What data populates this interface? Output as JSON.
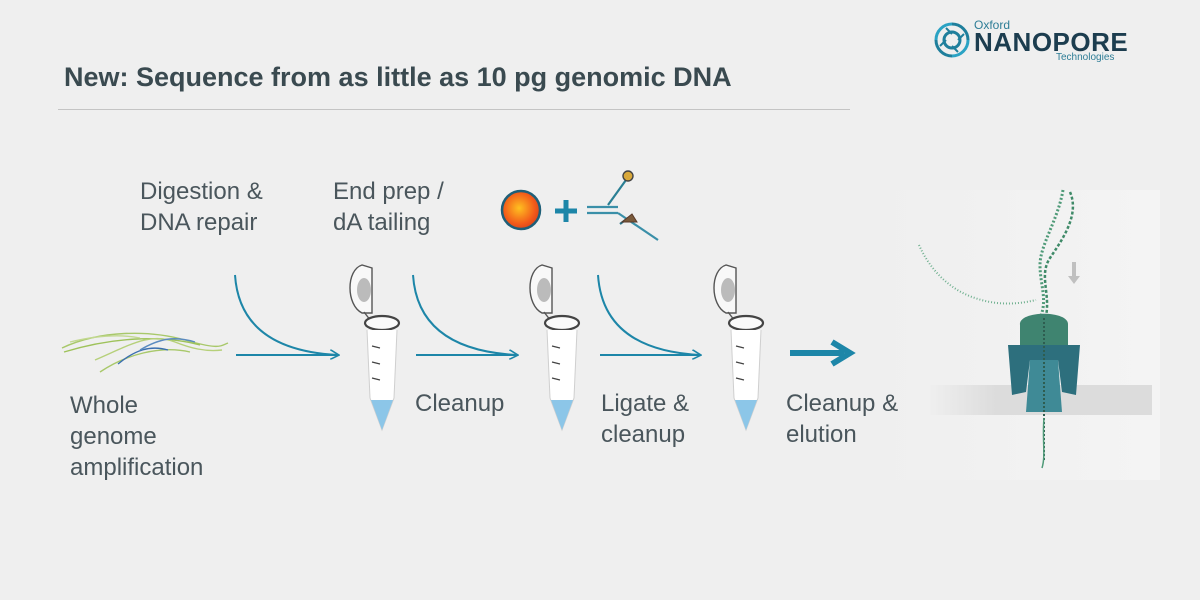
{
  "title": "New: Sequence from as little as 10 pg genomic DNA",
  "logo": {
    "line1": "Oxford",
    "line2": "NANOPORE",
    "line3": "Technologies",
    "icon": "nanopore-swirl-icon"
  },
  "steps": {
    "whole_genome": [
      "Whole",
      "genome",
      "amplification"
    ],
    "digestion": [
      "Digestion &",
      "DNA repair"
    ],
    "end_prep": [
      "End prep /",
      "dA tailing"
    ],
    "cleanup": "Cleanup",
    "ligate": [
      "Ligate &",
      "cleanup"
    ],
    "cleanup_elution": [
      "Cleanup &",
      "elution"
    ]
  },
  "colors": {
    "accent": "#1d86a8",
    "title": "#3a4a50",
    "label": "#4a565c",
    "tube_liquid": "#8cc6e8",
    "dna": "#a8c86a",
    "bead": "#f25a1a",
    "pore": "#2d6f7d"
  }
}
